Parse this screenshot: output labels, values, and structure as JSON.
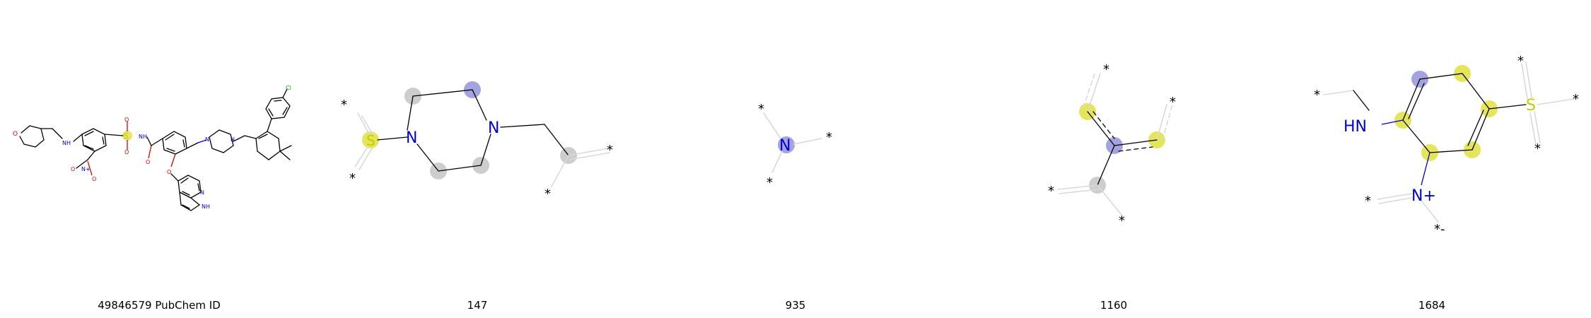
{
  "panels": [
    {
      "caption": "49846579 PubChem ID"
    },
    {
      "caption": "147"
    },
    {
      "caption": "935"
    },
    {
      "caption": "1160"
    },
    {
      "caption": "1684"
    }
  ],
  "atom_labels": {
    "N": "N",
    "NH": "NH",
    "HN": "HN",
    "O": "O",
    "S": "S",
    "Cl": "Cl",
    "N_plus": "N+",
    "star": "*",
    "star_minus": "*-"
  },
  "colors": {
    "highlight_blue": "#9999dd",
    "highlight_yellow": "#e0e040",
    "highlight_gray": "#c8c8c8",
    "nitrogen": "#0000d0",
    "oxygen": "#e00000",
    "sulfur": "#c8c800",
    "chlorine": "#00b000"
  }
}
